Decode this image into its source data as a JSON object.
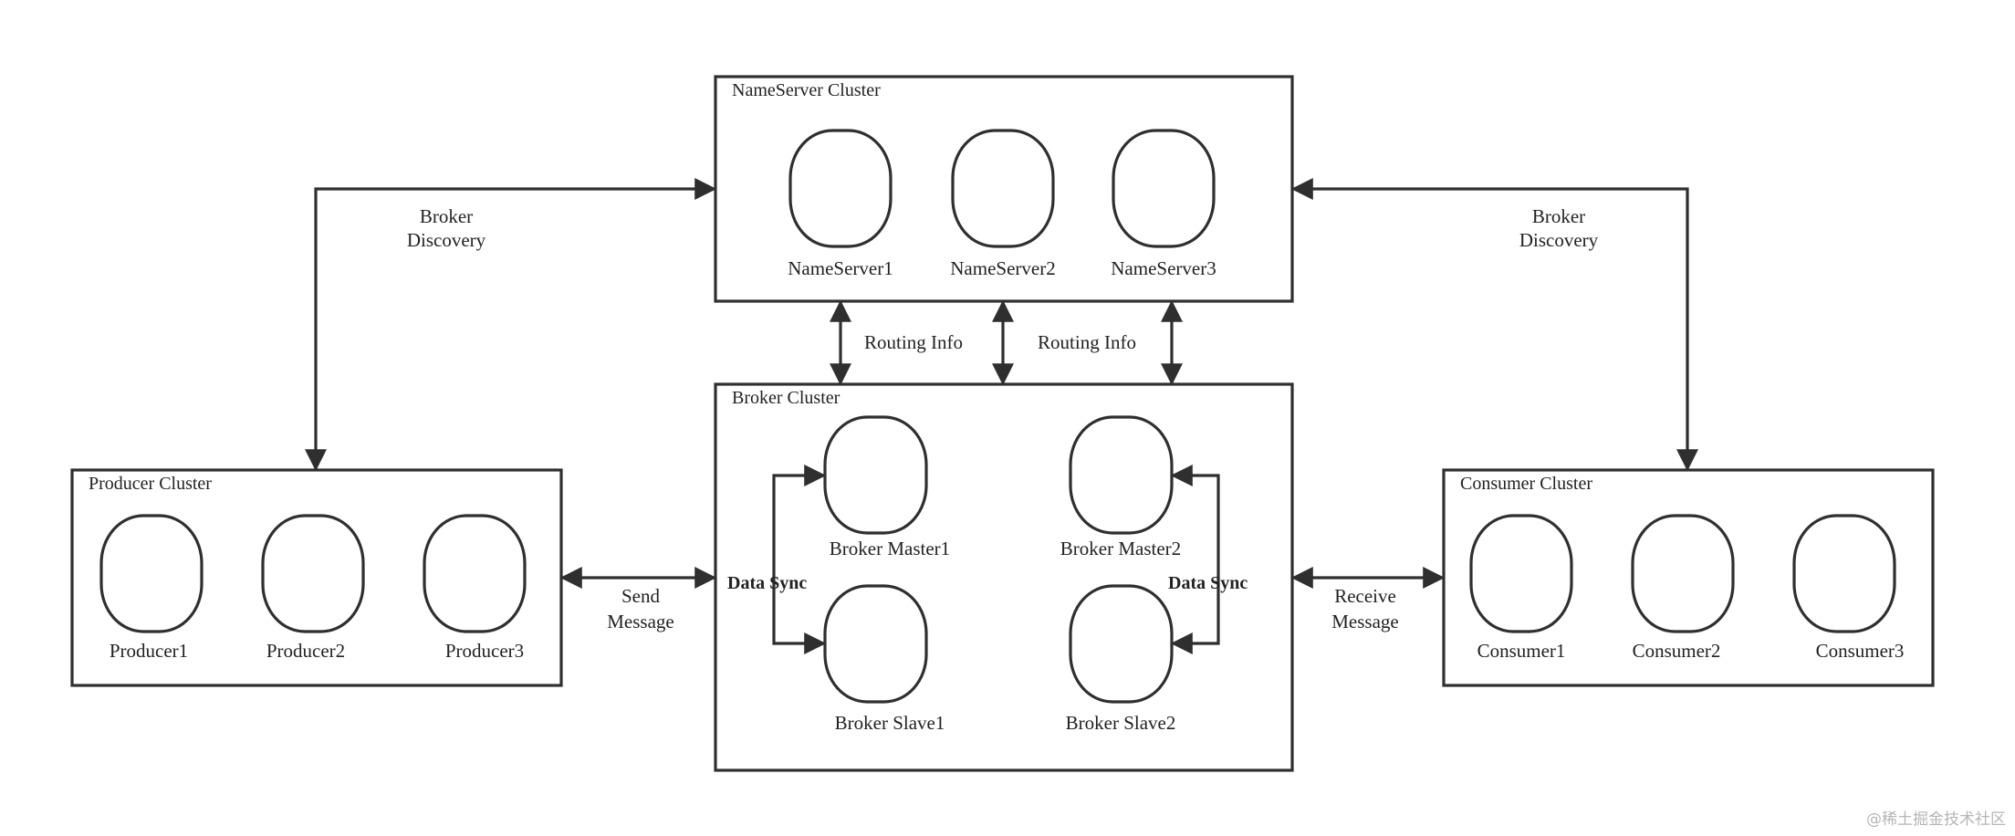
{
  "clusters": {
    "nameserver": {
      "title": "NameServer Cluster",
      "nodes": [
        "NameServer1",
        "NameServer2",
        "NameServer3"
      ]
    },
    "broker": {
      "title": "Broker Cluster",
      "nodes": [
        "Broker Master1",
        "Broker Master2",
        "Broker Slave1",
        "Broker Slave2"
      ]
    },
    "producer": {
      "title": "Producer Cluster",
      "nodes": [
        "Producer1",
        "Producer2",
        "Producer3"
      ]
    },
    "consumer": {
      "title": "Consumer Cluster",
      "nodes": [
        "Consumer1",
        "Consumer2",
        "Consumer3"
      ]
    }
  },
  "edges": {
    "broker_discovery_left": [
      "Broker",
      "Discovery"
    ],
    "broker_discovery_right": [
      "Broker",
      "Discovery"
    ],
    "routing_info_left": "Routing Info",
    "routing_info_right": "Routing Info",
    "send_message": [
      "Send",
      "Message"
    ],
    "receive_message": [
      "Receive",
      "Message"
    ],
    "data_sync_left": "Data Sync",
    "data_sync_right": "Data Sync"
  },
  "watermark": "@稀土掘金技术社区"
}
